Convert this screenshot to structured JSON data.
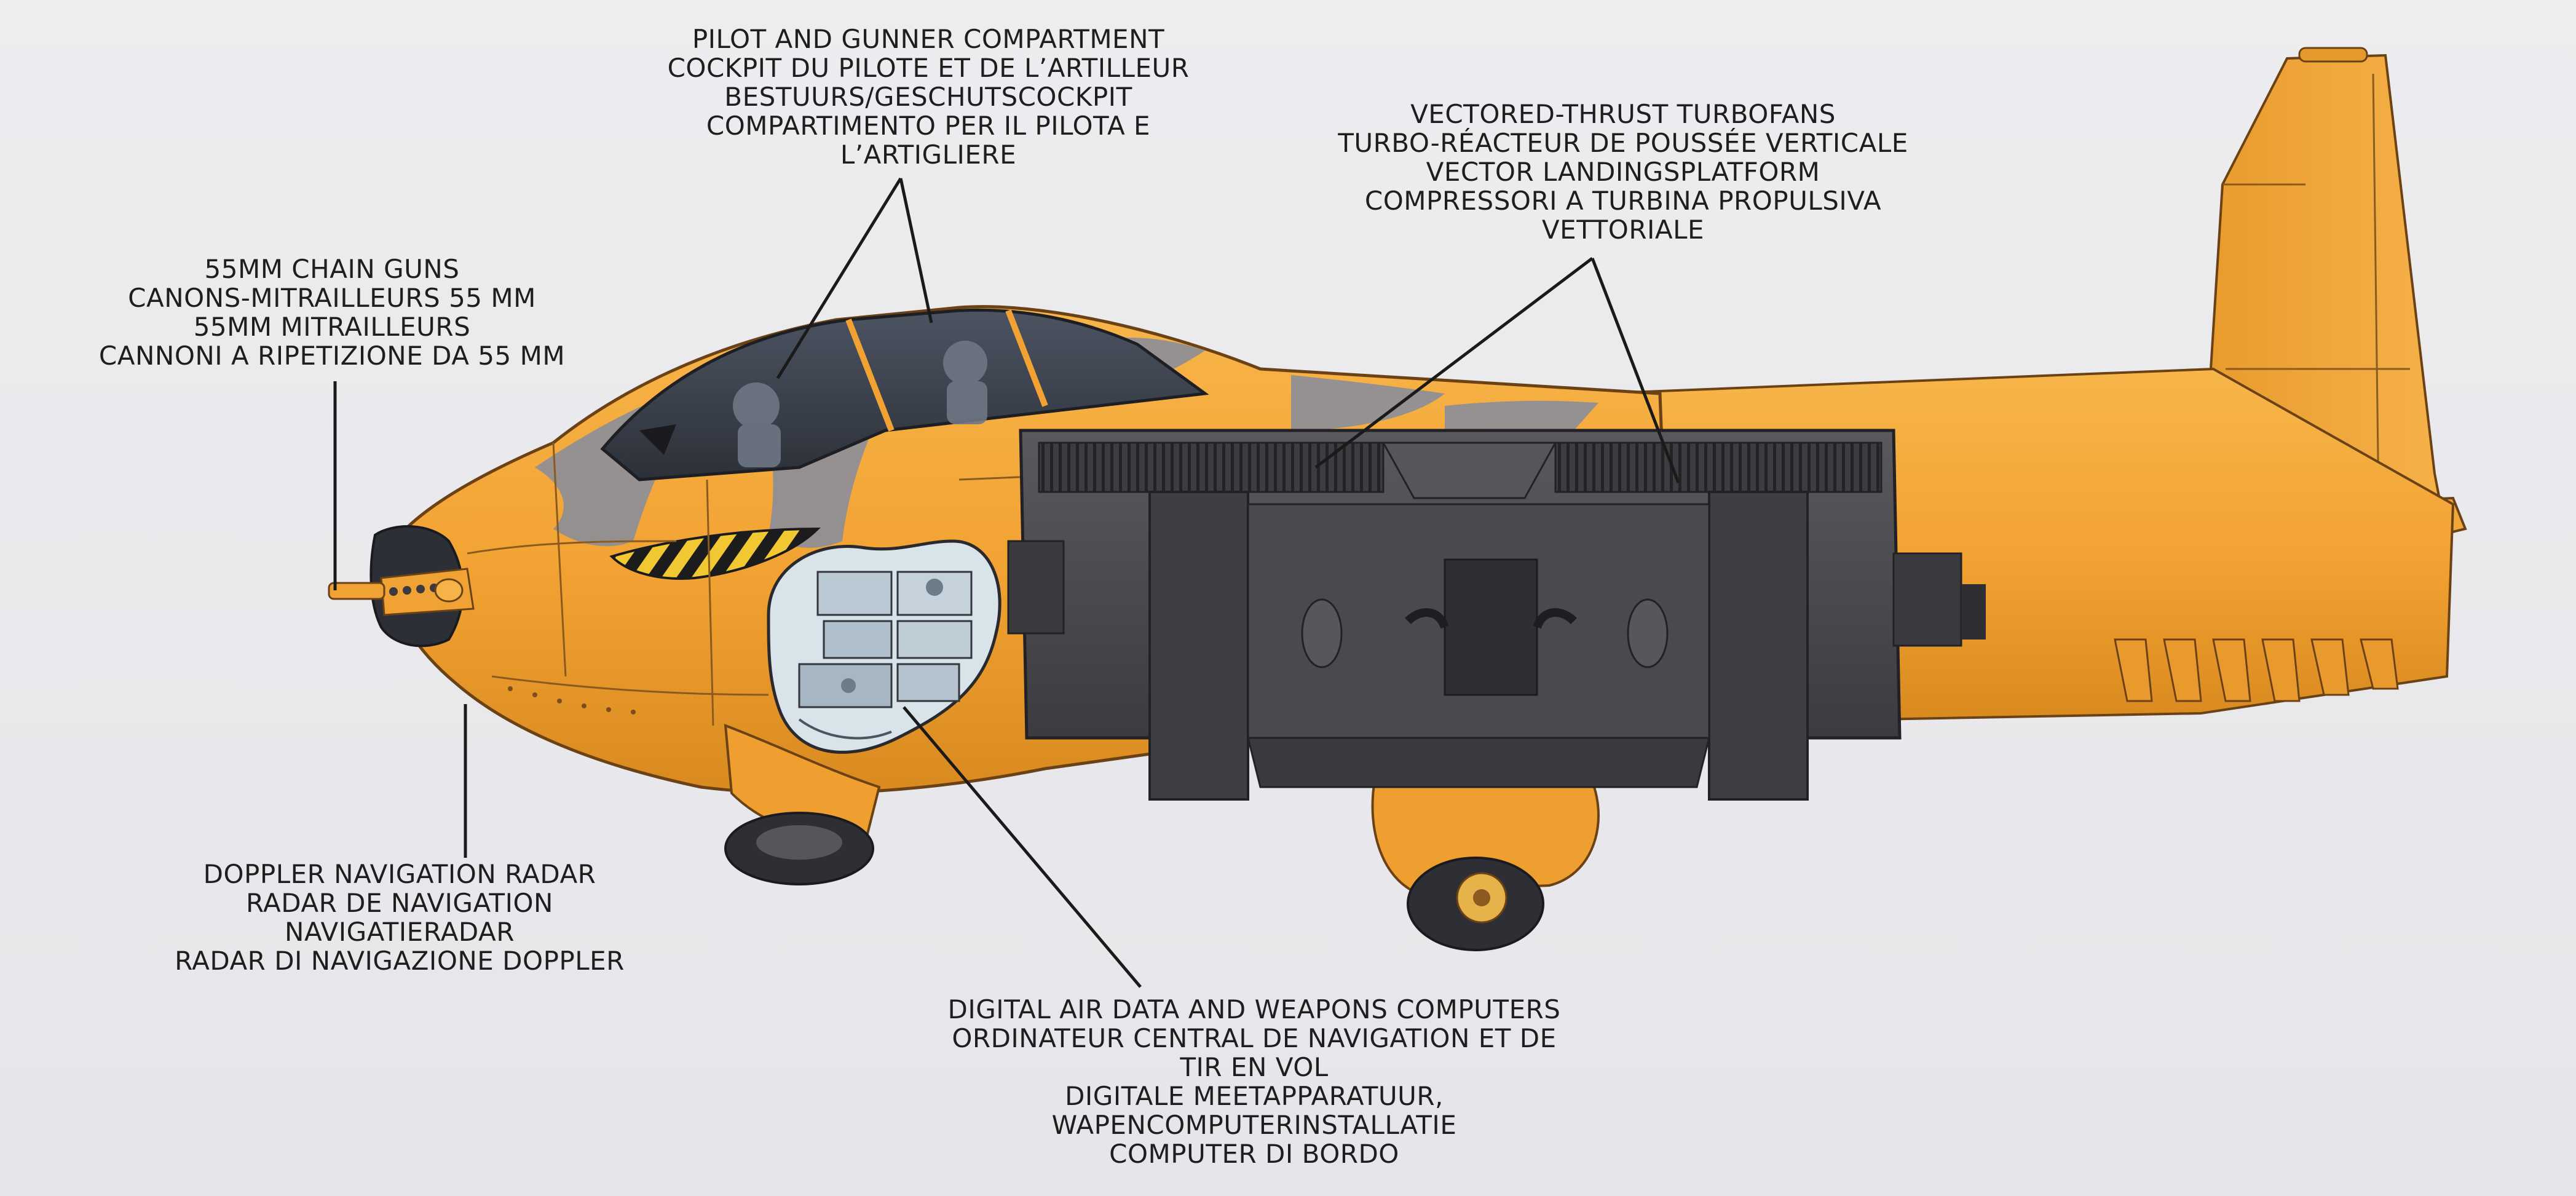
{
  "callouts": {
    "cockpit": [
      "PILOT AND GUNNER COMPARTMENT",
      "COCKPIT DU PILOTE ET DE L’ARTILLEUR",
      "BESTUURS/GESCHUTSCOCKPIT",
      "COMPARTIMENTO PER IL PILOTA E",
      "L’ARTIGLIERE"
    ],
    "turbofans": [
      "VECTORED-THRUST TURBOFANS",
      "TURBO-RÉACTEUR DE POUSSÉE VERTICALE",
      "VECTOR LANDINGSPLATFORM",
      "COMPRESSORI A TURBINA PROPULSIVA",
      "VETTORIALE"
    ],
    "guns": [
      "55MM CHAIN GUNS",
      "CANONS-MITRAILLEURS 55 MM",
      "55MM MITRAILLEURS",
      "CANNONI A RIPETIZIONE DA 55 MM"
    ],
    "radar": [
      "DOPPLER NAVIGATION RADAR",
      "RADAR DE NAVIGATION",
      "NAVIGATIERADAR",
      "RADAR DI NAVIGAZIONE DOPPLER"
    ],
    "computers": [
      "DIGITAL AIR DATA AND WEAPONS COMPUTERS",
      "ORDINATEUR CENTRAL DE NAVIGATION ET DE",
      "TIR EN VOL",
      "DIGITALE MEETAPPARATUUR,",
      "WAPENCOMPUTERINSTALLATIE",
      "COMPUTER DI BORDO"
    ]
  },
  "colors": {
    "background": "#e9e9ec",
    "fuselage": "#f4a73a",
    "fuselage_shade": "#e08e22",
    "camouflage": "#8d8e98",
    "engine_pod": "#4a4a4e",
    "canopy": "#3a3f4a",
    "outline": "#5a3a14",
    "leader_line": "#1a1a1a"
  },
  "icons": {
    "aircraft": "vtol-attack-jet-illustration"
  }
}
